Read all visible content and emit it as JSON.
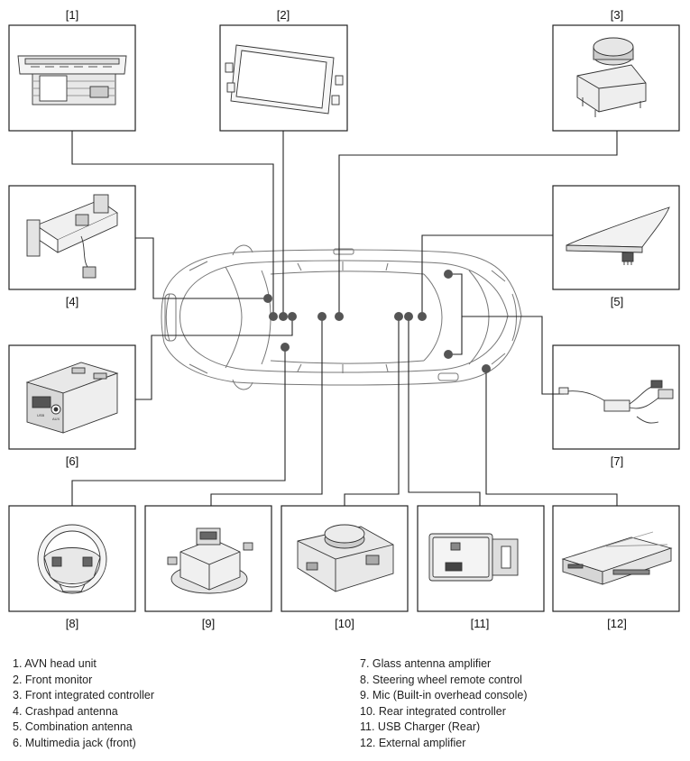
{
  "callouts": [
    "[1]",
    "[2]",
    "[3]",
    "[4]",
    "[5]",
    "[6]",
    "[7]",
    "[8]",
    "[9]",
    "[10]",
    "[11]",
    "[12]"
  ],
  "legend_left": [
    "1. AVN head unit",
    "2. Front monitor",
    "3. Front integrated controller",
    "4. Crashpad antenna",
    "5. Combination antenna",
    "6. Multimedia jack (front)"
  ],
  "legend_right": [
    "7. Glass antenna amplifier",
    "8. Steering wheel remote control",
    "9. Mic (Built-in overhead console)",
    "10. Rear integrated controller",
    "11. USB Charger (Rear)",
    "12. External amplifier"
  ],
  "jack_labels": {
    "usb": "USB",
    "aux": "AUX"
  },
  "colors": {
    "line": "#222222",
    "dot": "#555555",
    "car_outline": "#777777"
  }
}
